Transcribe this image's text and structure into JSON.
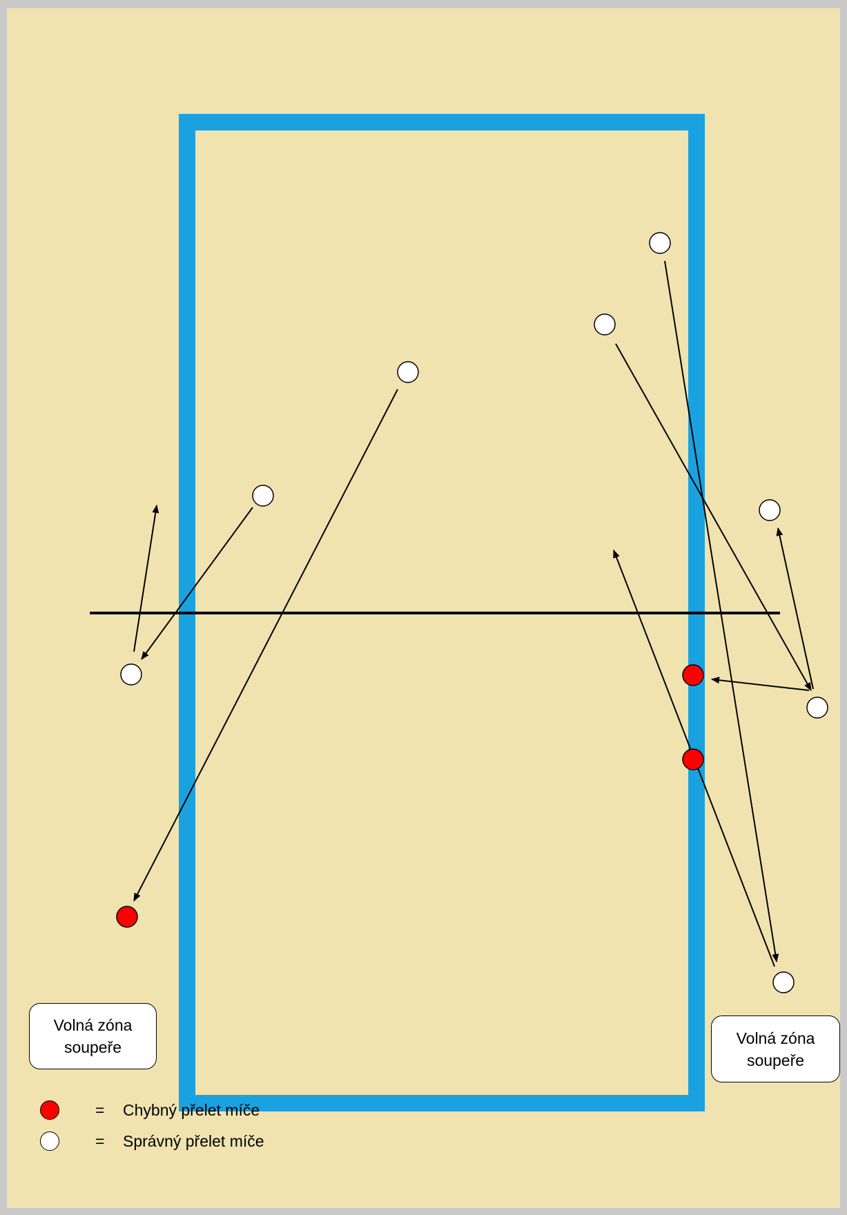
{
  "colors": {
    "background": "#f0e3b0",
    "frame": "#c9c9c9",
    "court_line": "#1aa2e0",
    "error_ball": "#ff0000",
    "correct_ball": "#ffffff",
    "net": "#000000"
  },
  "zones": {
    "left_label": "Volná zóna soupeře",
    "right_label": "Volná zóna soupeře"
  },
  "legend": {
    "error": {
      "symbol": "=",
      "label": "Chybný přelet míče"
    },
    "correct": {
      "symbol": "=",
      "label": "Správný přelet míče"
    }
  }
}
